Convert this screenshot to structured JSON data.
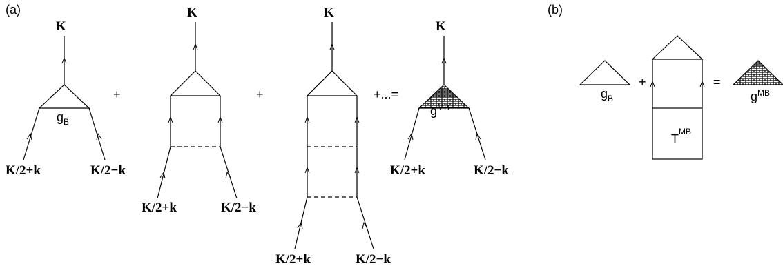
{
  "panel_a": {
    "label": "(a)",
    "momentum_out": "K",
    "momentum_in_left": "K/2+k",
    "momentum_in_right": "K/2−k",
    "vertex_bare": {
      "main": "g",
      "sub": "B"
    },
    "vertex_dressed": {
      "main": "g",
      "sup": "MB"
    },
    "plus": "+",
    "series_equals": "+...="
  },
  "panel_b": {
    "label": "(b)",
    "vertex_bare": {
      "main": "g",
      "sub": "B"
    },
    "vertex_dressed": {
      "main": "g",
      "sup": "MB"
    },
    "t_matrix": {
      "main": "T",
      "sup": "MB"
    },
    "plus": "+",
    "equals": "="
  }
}
